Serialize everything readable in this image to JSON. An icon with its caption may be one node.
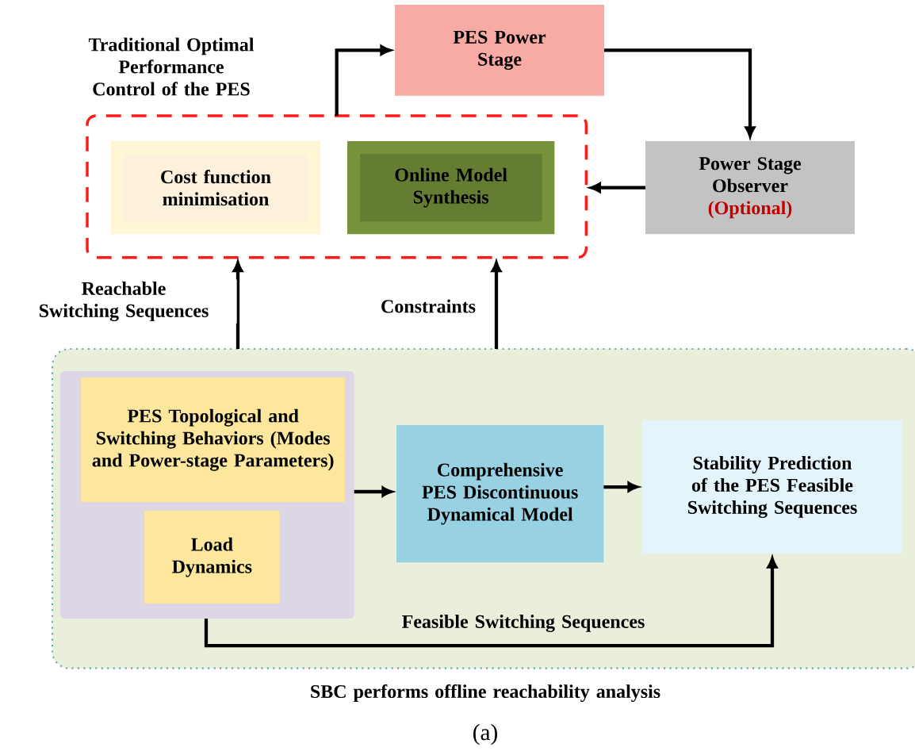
{
  "diagram": {
    "nodes": [
      {
        "text": [
          "Traditional Optimal Performance Control of the PES"
        ]
      },
      {
        "text": [
          "Cost function minimisation"
        ],
        "in": 0
      },
      {
        "text": [
          "Online Model Synthesis"
        ],
        "in": 0
      },
      {
        "text": [
          "PES Power Stage"
        ]
      },
      {
        "text": [
          "Power Stage Observer",
          "(Optional)"
        ]
      },
      {
        "text": [
          "SBC performs offline reachability analysis"
        ]
      },
      {
        "text": [],
        "shape": "box",
        "in": 5
      },
      {
        "text": [
          "PES Topological and Switching Behaviors (Modes and Power-stage Parameters)"
        ],
        "in": 6
      },
      {
        "text": [
          "Load Dynamics"
        ],
        "in": 6
      },
      {
        "text": [
          "Comprehensive PES Discontinuous Dynamical Model"
        ],
        "in": 5
      },
      {
        "text": [
          "Stability Prediction of the PES Feasible Switching Sequences"
        ],
        "in": 5
      }
    ],
    "edges": [
      {
        "from": 0,
        "to": 3,
        "arrow": "to"
      },
      {
        "from": 3,
        "to": 4,
        "arrow": "to"
      },
      {
        "from": 4,
        "to": 0,
        "arrow": "to"
      },
      {
        "from": 5,
        "to": 0,
        "arrow": "to",
        "label": "Reachable Switching Sequences"
      },
      {
        "from": 5,
        "to": 0,
        "arrow": "to",
        "label": "Constraints"
      },
      {
        "from": 6,
        "to": 9,
        "arrow": "to"
      },
      {
        "from": 9,
        "to": 10,
        "arrow": "to"
      },
      {
        "from": 6,
        "to": 10,
        "arrow": "to",
        "label": "Feasible Switching Sequences"
      }
    ],
    "labels": [
      "(a)"
    ]
  }
}
